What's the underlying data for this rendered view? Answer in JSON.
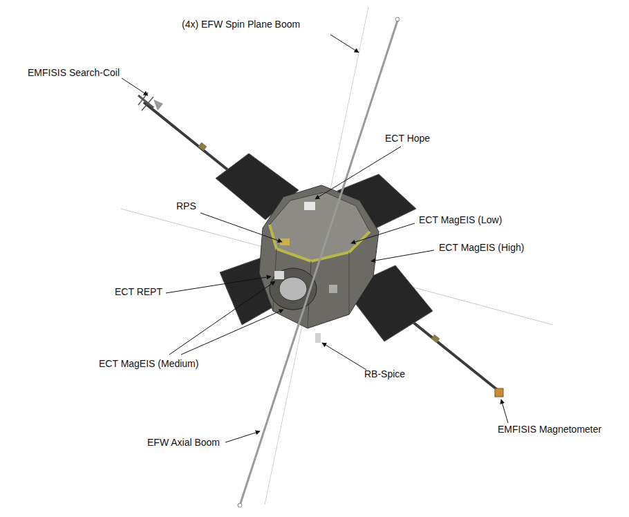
{
  "diagram": {
    "labels": [
      "(4x) EFW Spin Plane Boom",
      "EMFISIS Search-Coil",
      "ECT Hope",
      "RPS",
      "ECT MagEIS (Low)",
      "ECT MagEIS (High)",
      "ECT REPT",
      "ECT MagEIS (Medium)",
      "RB-Spice",
      "EMFISIS Magnetometer",
      "EFW Axial Boom"
    ]
  }
}
